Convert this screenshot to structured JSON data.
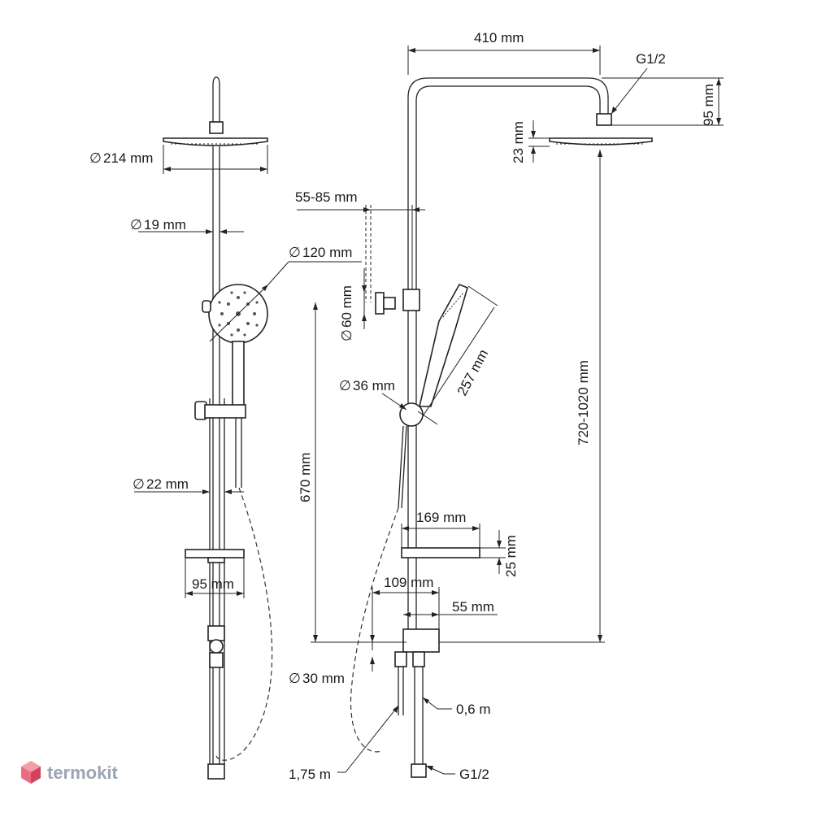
{
  "labels": {
    "d214": "214 mm",
    "d19": "19 mm",
    "d120": "120 mm",
    "d22": "22 mm",
    "w95": "95 mm",
    "w410": "410 mm",
    "g12_top": "G1/2",
    "h95": "95 mm",
    "h23": "23 mm",
    "r55_85": "55-85 mm",
    "d60": "60 mm",
    "d36": "36 mm",
    "l257": "257 mm",
    "h720_1020": "720-1020 mm",
    "h670": "670 mm",
    "w169": "169 mm",
    "h25": "25 mm",
    "w109": "109 mm",
    "w55": "55 mm",
    "d30": "30 mm",
    "l06": "0,6 m",
    "l175": "1,75 m",
    "g12_bottom": "G1/2"
  },
  "logo": {
    "text": "termokit",
    "color": "#9aa6b2",
    "accent": "#e8546a"
  }
}
